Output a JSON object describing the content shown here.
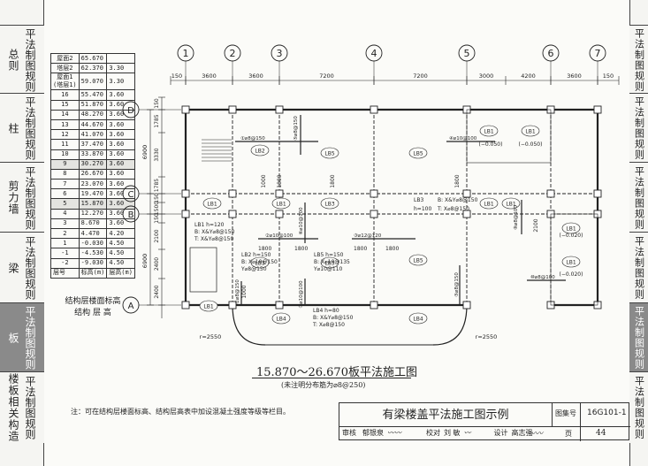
{
  "left_tabs": [
    {
      "main": "总则",
      "side": "平法制图规则",
      "active": false
    },
    {
      "main": "柱",
      "side": "平法制图规则",
      "active": false
    },
    {
      "main": "剪力墙",
      "side": "平法制图规则",
      "active": false
    },
    {
      "main": "梁",
      "side": "平法制图规则",
      "active": false
    },
    {
      "main": "板",
      "side": "平法制图规则",
      "active": true
    },
    {
      "main": "楼板相关构造",
      "side": "平法制图规则",
      "active": false
    }
  ],
  "right_tabs": [
    {
      "label": "平法制图规则",
      "active": false
    },
    {
      "label": "平法制图规则",
      "active": false
    },
    {
      "label": "平法制图规则",
      "active": false
    },
    {
      "label": "平法制图规则",
      "active": false
    },
    {
      "label": "平法制图规则",
      "active": true
    },
    {
      "label": "平法制图规则",
      "active": false
    }
  ],
  "level_table": {
    "rows": [
      [
        "屋面2",
        "65.670",
        ""
      ],
      [
        "塔层2",
        "62.370",
        "3.30"
      ],
      [
        "屋面1\n(塔层1)",
        "59.070",
        "3.30"
      ],
      [
        "16",
        "55.470",
        "3.60"
      ],
      [
        "15",
        "51.870",
        "3.60"
      ],
      [
        "14",
        "48.270",
        "3.60"
      ],
      [
        "13",
        "44.670",
        "3.60"
      ],
      [
        "12",
        "41.070",
        "3.60"
      ],
      [
        "11",
        "37.470",
        "3.60"
      ],
      [
        "10",
        "33.870",
        "3.60"
      ],
      [
        "9",
        "30.270",
        "3.60"
      ],
      [
        "8",
        "26.670",
        "3.60"
      ],
      [
        "7",
        "23.070",
        "3.60"
      ],
      [
        "6",
        "19.470",
        "3.60"
      ],
      [
        "5",
        "15.870",
        "3.60"
      ],
      [
        "4",
        "12.270",
        "3.60"
      ],
      [
        "3",
        "8.670",
        "3.60"
      ],
      [
        "2",
        "4.470",
        "4.20"
      ],
      [
        "1",
        "-0.030",
        "4.50"
      ],
      [
        "-1",
        "-4.530",
        "4.50"
      ],
      [
        "-2",
        "-9.030",
        "4.50"
      ]
    ],
    "header": [
      "层号",
      "标高(m)",
      "层高(m)"
    ],
    "caption1": "结构层楼面标高",
    "caption2": "结构 层 高"
  },
  "axes_top": [
    "1",
    "2",
    "3",
    "4",
    "5",
    "6",
    "7"
  ],
  "axes_left": [
    "D",
    "C",
    "B",
    "A"
  ],
  "top_dims": [
    "150",
    "3600",
    "3600",
    "7200",
    "7200",
    "3000",
    "4200",
    "3600",
    "150"
  ],
  "left_dims": [
    "150",
    "1785",
    "3330",
    "1785",
    "150",
    "1500",
    "150",
    "2100",
    "2400",
    "2400"
  ],
  "left_totals": [
    "6900",
    "6900"
  ],
  "slabs": {
    "lb1": "LB1",
    "lb2": "LB2",
    "lb3": "LB3",
    "lb4": "LB4",
    "lb5": "LB5",
    "lb1_elev": "(−0.050)",
    "lb1_elev2": "(−0.020)",
    "lb1_note": [
      "LB1 h=120",
      "B: X&Y⌀8@150",
      "T: X&Y⌀8@150"
    ],
    "lb2_note": [
      "LB2 h=150",
      "B: X⌀10@150",
      "Y⌀8@150"
    ],
    "lb3_note": [
      "LB3",
      "h=100",
      "B: X&Y⌀8@150",
      "T: X⌀8@150"
    ],
    "lb5_note": [
      "LB5 h=150",
      "B: X⌀10@135",
      "Y⌀10@110"
    ],
    "lb4_note": [
      "LB4 h=80",
      "B: X&Y⌀8@150",
      "T: X⌀8@150"
    ]
  },
  "rebars": {
    "r1": "①⌀8@150",
    "r2": "②⌀10@100",
    "r3": "③⌀12@120",
    "r4": "④⌀10@100",
    "r5": "⑤⌀8@150",
    "r6": "⑥⌀10@100",
    "r7": "⑦⌀10@100",
    "r8": "⑧⌀8@100",
    "r10": "⑩⌀8@100"
  },
  "dims_internal": [
    "1800",
    "1800",
    "1800",
    "1800",
    "1000",
    "1800",
    "1800",
    "1800",
    "2100",
    "1000"
  ],
  "radius_left": "r=2550",
  "radius_right": "r=2550",
  "drawing_title": "15.870～26.670板平法施工图",
  "drawing_subtitle": "(未注明分布筋为⌀8@250)",
  "note": "注：可在结构层楼面标高、结构层高表中加设混凝土强度等级等栏目。",
  "title_block": {
    "title": "有梁楼盖平法施工图示例",
    "atlas_label": "图集号",
    "atlas_no": "16G101-1",
    "page_label": "页",
    "page_no": "44",
    "review_label": "审核",
    "reviewer": "郁银泉",
    "check_label": "校对",
    "checker": "刘 敏",
    "design_label": "设计",
    "designer": "高志强"
  }
}
